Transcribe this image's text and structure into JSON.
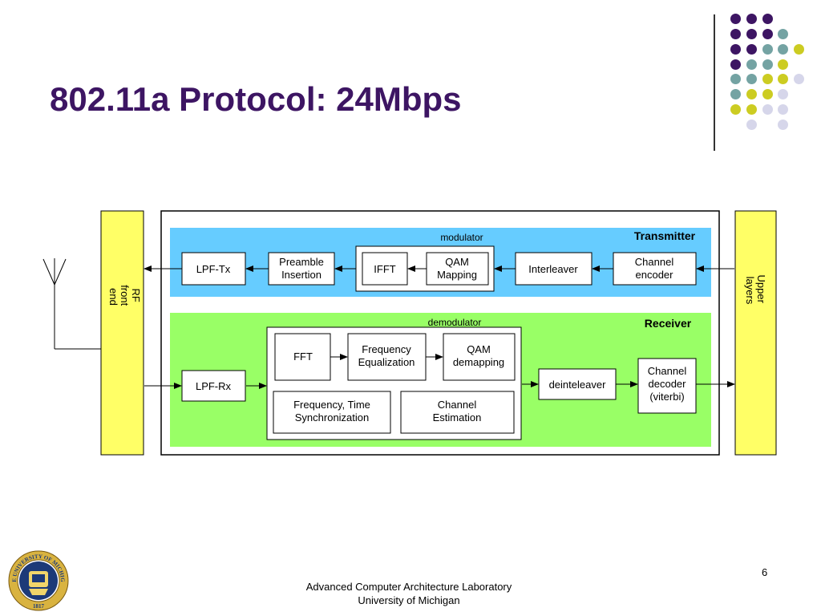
{
  "slide": {
    "title": "802.11a Protocol: 24Mbps",
    "page_number": "6",
    "footer_line1": "Advanced Computer Architecture Laboratory",
    "footer_line2": "University of Michigan"
  },
  "colors": {
    "title": "#3d1563",
    "dot_purple": "#3d1563",
    "dot_teal": "#74a3a3",
    "dot_yellow": "#cccc22",
    "dot_lavender": "#d6d6ea",
    "transmitter_bg": "#66ccff",
    "receiver_bg": "#99ff66",
    "side_bar": "#ffff66"
  },
  "logo": {
    "text_top": "THE UNIVERSITY OF MICHIGAN",
    "year": "1817"
  },
  "diagram": {
    "left_bar_label": "RF\nfront\nend",
    "right_bar_label": "Upper\nlayers",
    "transmitter": {
      "section_label": "Transmitter",
      "modulator_label": "modulator",
      "lpf_tx": "LPF-Tx",
      "preamble": "Preamble\nInsertion",
      "ifft": "IFFT",
      "qam_mapping": "QAM\nMapping",
      "interleaver": "Interleaver",
      "channel_encoder": "Channel\nencoder"
    },
    "receiver": {
      "section_label": "Receiver",
      "demodulator_label": "demodulator",
      "lpf_rx": "LPF-Rx",
      "fft": "FFT",
      "freq_eq": "Frequency\nEqualization",
      "qam_demapping": "QAM\ndemapping",
      "sync": "Frequency, Time\nSynchronization",
      "channel_est": "Channel\nEstimation",
      "deinterleaver": "deinteleaver",
      "channel_decoder": "Channel\ndecoder\n(viterbi)"
    }
  }
}
